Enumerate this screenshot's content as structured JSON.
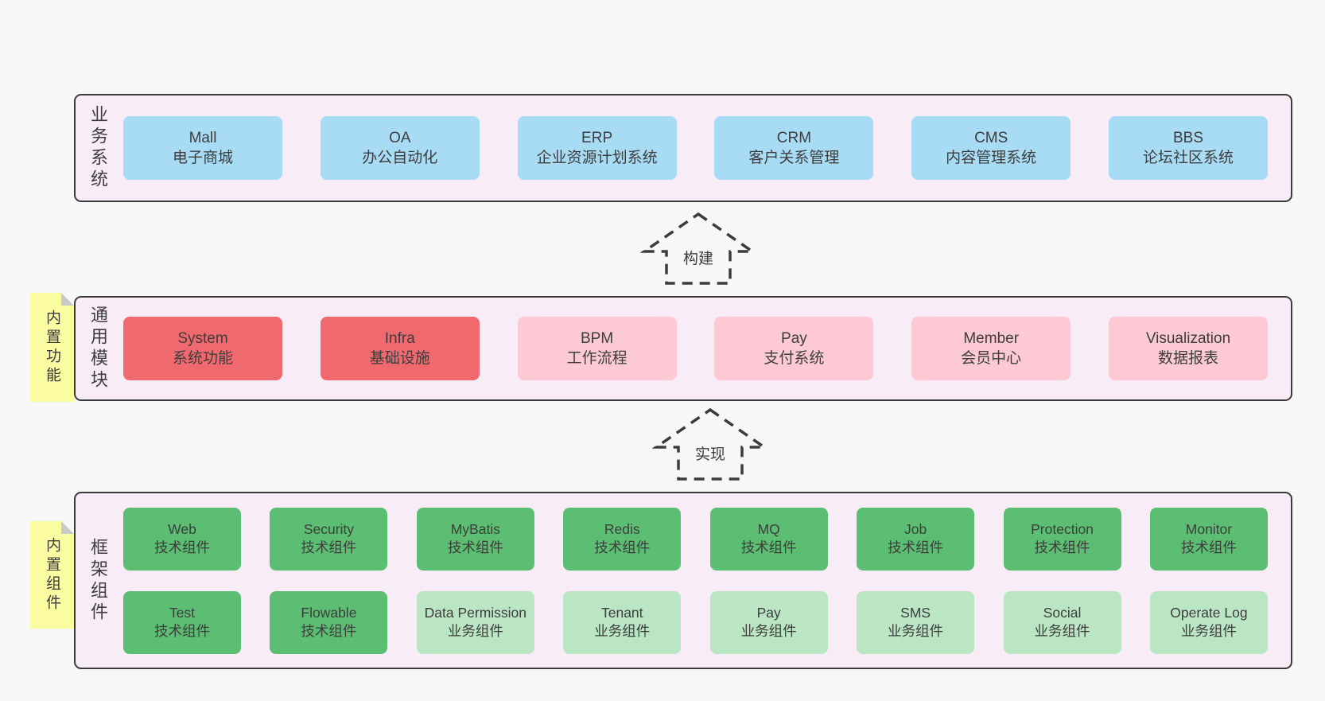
{
  "palette": {
    "page_bg": "#f7f7f7",
    "band_bg": "#f8edf6",
    "band_border": "#3b3b3b",
    "text": "#3d3d3d",
    "blue": "#a8dcf5",
    "red": "#f0696e",
    "pink": "#fcc9d4",
    "green": "#5cbe72",
    "light_green": "#bae6c4",
    "sticky_yellow": "#fbfba2",
    "sticky_fold": "#c9c9c9"
  },
  "bands": [
    {
      "label": "业务系统",
      "rows": [
        [
          {
            "title": "Mall",
            "subtitle": "电子商城",
            "color": "blue"
          },
          {
            "title": "OA",
            "subtitle": "办公自动化",
            "color": "blue"
          },
          {
            "title": "ERP",
            "subtitle": "企业资源计划系统",
            "color": "blue"
          },
          {
            "title": "CRM",
            "subtitle": "客户关系管理",
            "color": "blue"
          },
          {
            "title": "CMS",
            "subtitle": "内容管理系统",
            "color": "blue"
          },
          {
            "title": "BBS",
            "subtitle": "论坛社区系统",
            "color": "blue"
          }
        ]
      ]
    },
    {
      "label": "通用模块",
      "sticky": "内置功能",
      "rows": [
        [
          {
            "title": "System",
            "subtitle": "系统功能",
            "color": "red"
          },
          {
            "title": "Infra",
            "subtitle": "基础设施",
            "color": "red"
          },
          {
            "title": "BPM",
            "subtitle": "工作流程",
            "color": "pink"
          },
          {
            "title": "Pay",
            "subtitle": "支付系统",
            "color": "pink"
          },
          {
            "title": "Member",
            "subtitle": "会员中心",
            "color": "pink"
          },
          {
            "title": "Visualization",
            "subtitle": "数据报表",
            "color": "pink"
          }
        ]
      ]
    },
    {
      "label": "框架组件",
      "sticky": "内置组件",
      "rows": [
        [
          {
            "title": "Web",
            "subtitle": "技术组件",
            "color": "green"
          },
          {
            "title": "Security",
            "subtitle": "技术组件",
            "color": "green"
          },
          {
            "title": "MyBatis",
            "subtitle": "技术组件",
            "color": "green"
          },
          {
            "title": "Redis",
            "subtitle": "技术组件",
            "color": "green"
          },
          {
            "title": "MQ",
            "subtitle": "技术组件",
            "color": "green"
          },
          {
            "title": "Job",
            "subtitle": "技术组件",
            "color": "green"
          },
          {
            "title": "Protection",
            "subtitle": "技术组件",
            "color": "green"
          },
          {
            "title": "Monitor",
            "subtitle": "技术组件",
            "color": "green"
          }
        ],
        [
          {
            "title": "Test",
            "subtitle": "技术组件",
            "color": "green"
          },
          {
            "title": "Flowable",
            "subtitle": "技术组件",
            "color": "green"
          },
          {
            "title": "Data Permission",
            "subtitle": "业务组件",
            "color": "light_green"
          },
          {
            "title": "Tenant",
            "subtitle": "业务组件",
            "color": "light_green"
          },
          {
            "title": "Pay",
            "subtitle": "业务组件",
            "color": "light_green"
          },
          {
            "title": "SMS",
            "subtitle": "业务组件",
            "color": "light_green"
          },
          {
            "title": "Social",
            "subtitle": "业务组件",
            "color": "light_green"
          },
          {
            "title": "Operate Log",
            "subtitle": "业务组件",
            "color": "light_green"
          }
        ]
      ]
    }
  ],
  "arrows": [
    {
      "label": "构建"
    },
    {
      "label": "实现"
    }
  ]
}
